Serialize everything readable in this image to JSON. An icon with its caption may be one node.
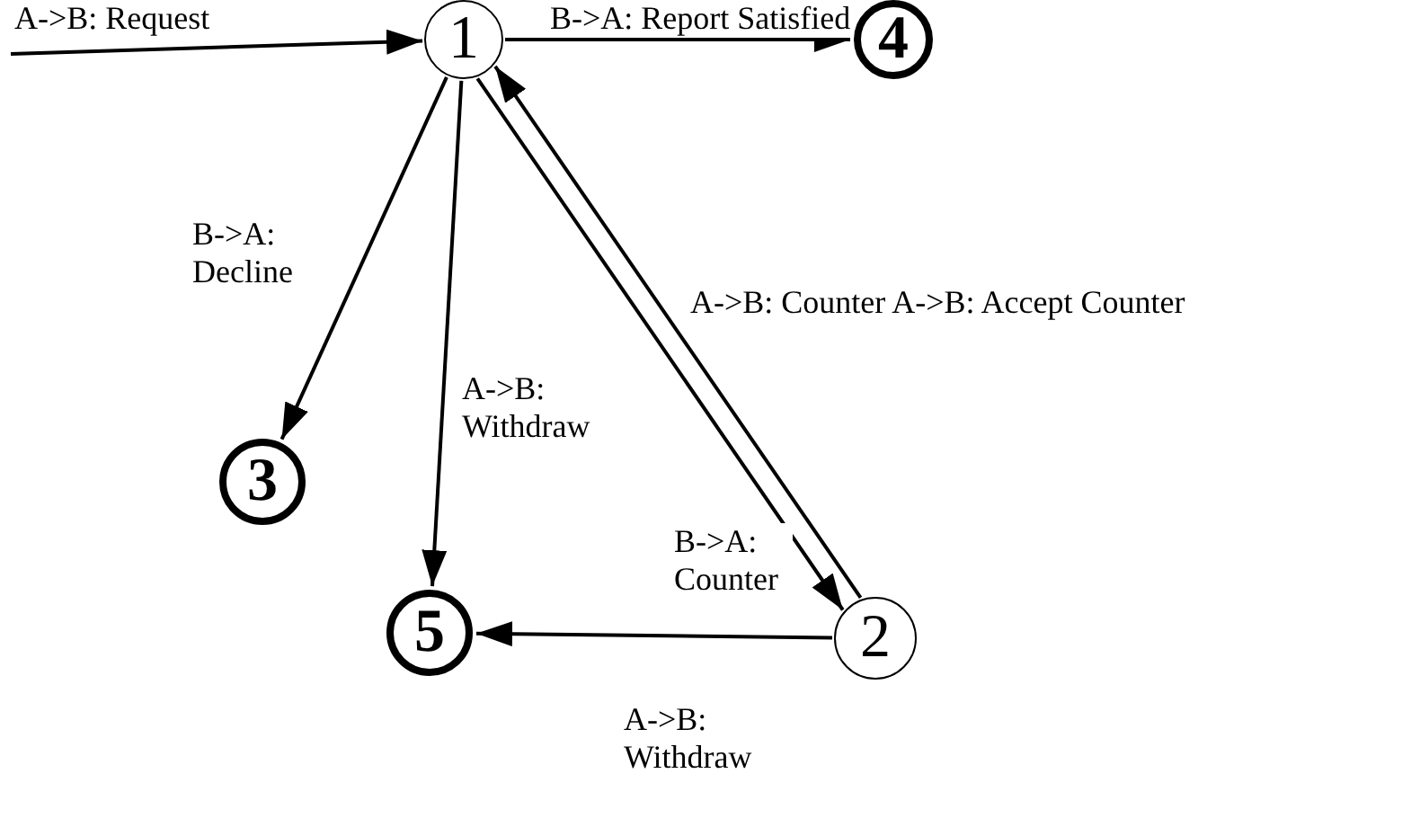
{
  "diagram": {
    "nodes": [
      {
        "text": [
          "1"
        ]
      },
      {
        "text": [
          "4"
        ]
      },
      {
        "text": [
          "3"
        ]
      },
      {
        "text": [
          "5"
        ]
      },
      {
        "text": [
          "2"
        ]
      }
    ],
    "edges": [
      {
        "from": null,
        "to": 0,
        "arrow": "to",
        "label": "A->B: Request"
      },
      {
        "from": 0,
        "to": 1,
        "arrow": "to",
        "label": "B->A: Report Satisfied"
      },
      {
        "from": 0,
        "to": 2,
        "arrow": "to",
        "label": "B->A: Decline"
      },
      {
        "from": 0,
        "to": 3,
        "arrow": "to",
        "label": "A->B: Withdraw"
      },
      {
        "from": 0,
        "to": 4,
        "arrow": "to",
        "label": "B->A: Counter"
      },
      {
        "from": 4,
        "to": 0,
        "arrow": "to",
        "label": "A->B: Counter A->B: Accept Counter"
      },
      {
        "from": 4,
        "to": 3,
        "arrow": "to",
        "label": "A->B: Withdraw"
      }
    ]
  }
}
